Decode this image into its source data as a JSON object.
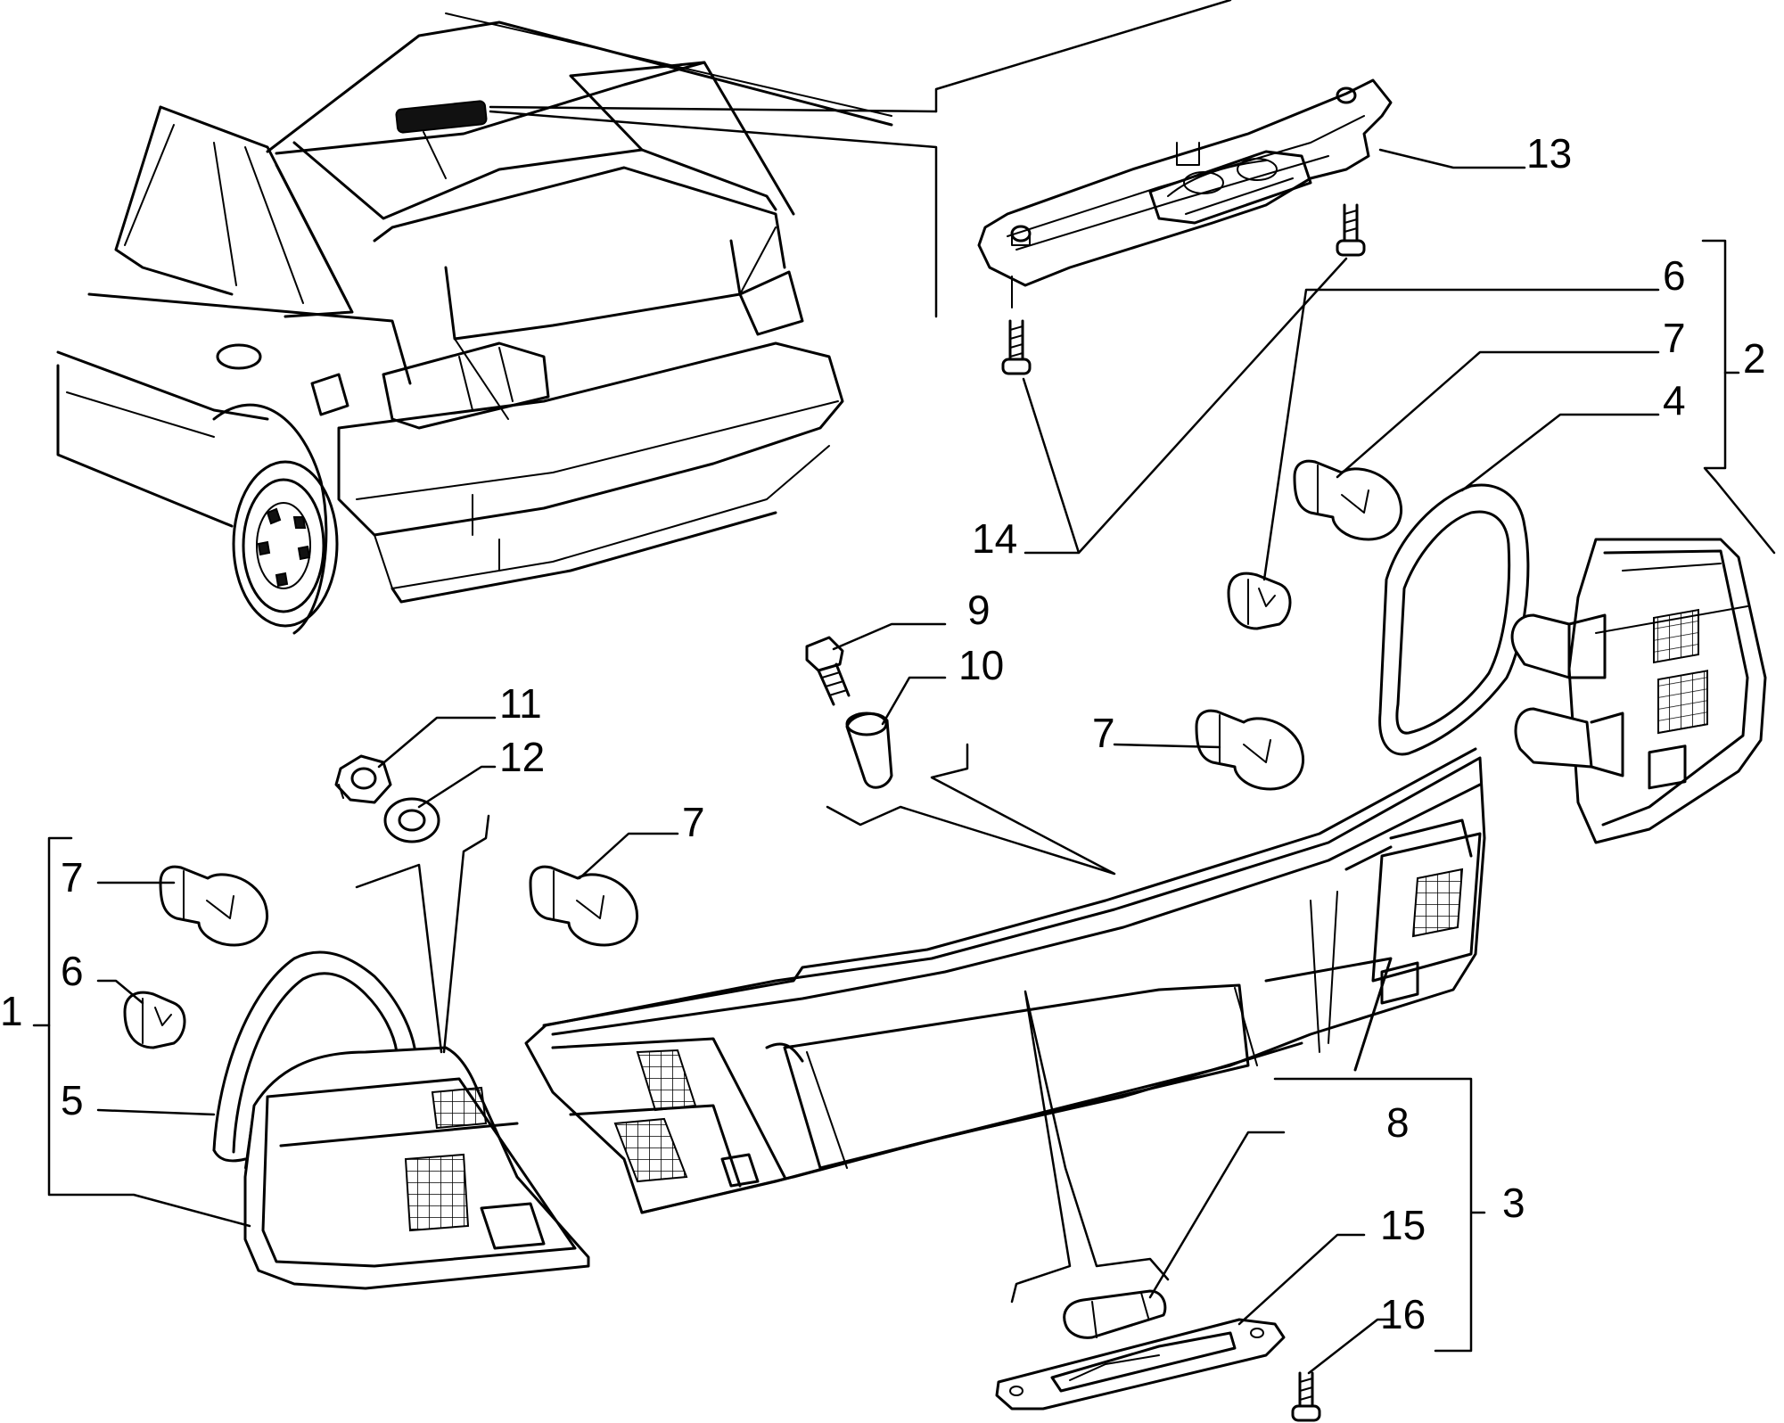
{
  "callouts": {
    "c1": "1",
    "c2": "2",
    "c3": "3",
    "c4": "4",
    "c5": "5",
    "c6a": "6",
    "c6b": "6",
    "c7a": "7",
    "c7b": "7",
    "c7c": "7",
    "c7d": "7",
    "c8": "8",
    "c9": "9",
    "c10": "10",
    "c11": "11",
    "c12": "12",
    "c13": "13",
    "c14": "14",
    "c15": "15",
    "c16": "16"
  },
  "colors": {
    "line": "#000000",
    "background": "#ffffff"
  }
}
